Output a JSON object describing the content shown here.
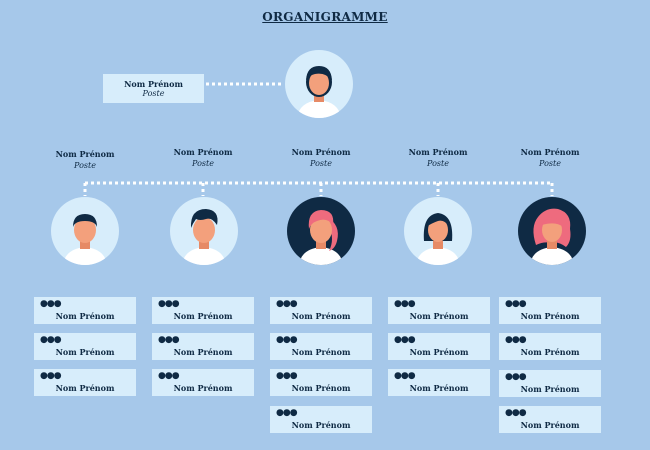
{
  "title": "ORGANIGRAMME",
  "top": {
    "name": "Nom Prénom",
    "role": "Poste",
    "style": "woman-short"
  },
  "columns": [
    {
      "name": "Nom Prénom",
      "role": "Poste",
      "style": "man-short",
      "members": [
        "Nom Prénom",
        "Nom Prénom",
        "Nom Prénom"
      ]
    },
    {
      "name": "Nom Prénom",
      "role": "Poste",
      "style": "man-spiky",
      "members": [
        "Nom Prénom",
        "Nom Prénom",
        "Nom Prénom"
      ]
    },
    {
      "name": "Nom Prénom",
      "role": "Poste",
      "style": "woman-pink-ponytail",
      "members": [
        "Nom Prénom",
        "Nom Prénom",
        "Nom Prénom",
        "Nom Prénom"
      ]
    },
    {
      "name": "Nom Prénom",
      "role": "Poste",
      "style": "woman-bob",
      "members": [
        "Nom Prénom",
        "Nom Prénom",
        "Nom Prénom"
      ]
    },
    {
      "name": "Nom Prénom",
      "role": "Poste",
      "style": "woman-pink-curly",
      "members": [
        "Nom Prénom",
        "Nom Prénom",
        "Nom Prénom",
        "Nom Prénom"
      ]
    }
  ],
  "colors": {
    "background": "#a6c8ea",
    "card": "#d7edfb",
    "circle_light": "#d7edfb",
    "circle_dark": "#0f2a44",
    "skin": "#f3a07c",
    "hair_dark": "#0f2a44",
    "hair_pink": "#ee6b7e",
    "text": "#0f2a44"
  }
}
